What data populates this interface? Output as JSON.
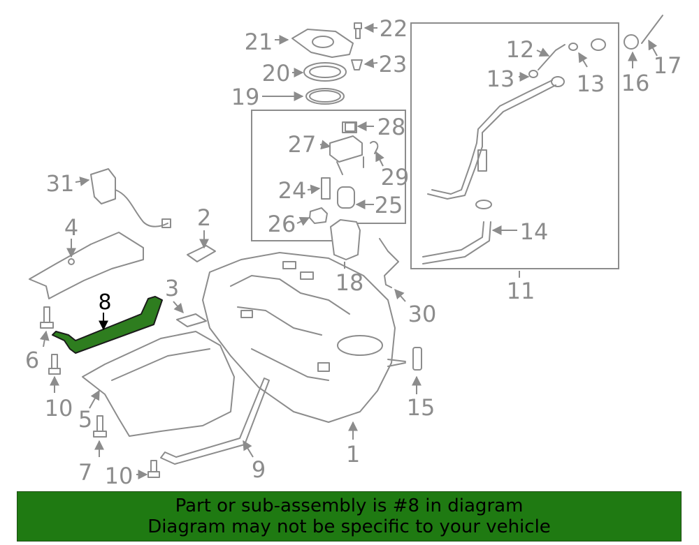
{
  "diagram": {
    "highlight_color": "#2e7d1f",
    "line_color": "#8c8c8c",
    "highlighted_callout": "8",
    "callouts": [
      "1",
      "2",
      "3",
      "4",
      "5",
      "6",
      "7",
      "8",
      "9",
      "10",
      "10",
      "11",
      "12",
      "13",
      "13",
      "14",
      "15",
      "16",
      "17",
      "18",
      "19",
      "20",
      "21",
      "22",
      "23",
      "24",
      "25",
      "26",
      "27",
      "28",
      "29",
      "30",
      "31"
    ]
  },
  "banner": {
    "line1": "Part or sub-assembly is #8 in diagram",
    "line2": "Diagram may not be specific to your vehicle",
    "background_color": "#1f7a12"
  }
}
